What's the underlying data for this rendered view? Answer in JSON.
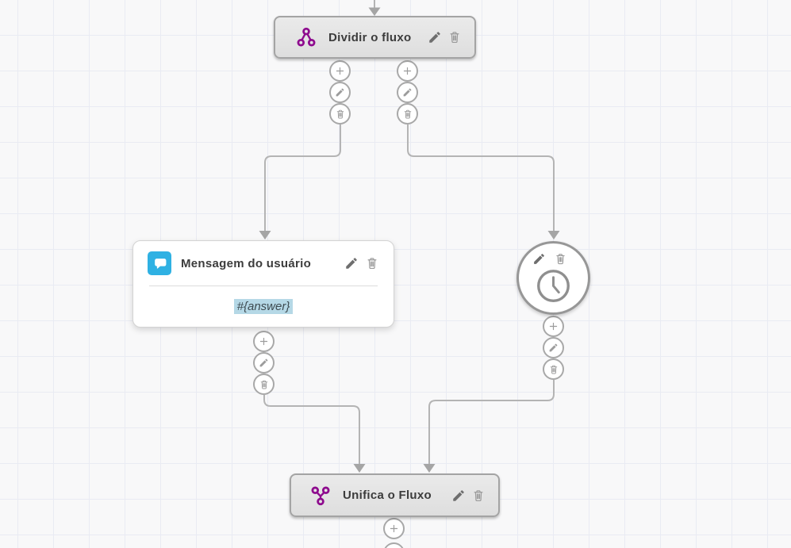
{
  "canvas": {
    "background_color": "#f8f8f9",
    "grid_color": "#e9ebf3",
    "wire_color": "#b4b4b4"
  },
  "palette": {
    "flow_purple": "#8e0b8e",
    "message_cyan": "#2fb1e3",
    "variable_highlight": "#b5d8e6",
    "node_gray_fill": "#e4e4e4",
    "node_gray_border": "#a4a4a4"
  },
  "nodes": {
    "split": {
      "label": "Dividir o fluxo",
      "icon": "split-flow-icon",
      "actions": [
        "edit",
        "delete"
      ]
    },
    "user_message": {
      "label": "Mensagem do usuário",
      "icon": "chat-bubble-icon",
      "body": "#{answer}",
      "actions": [
        "edit",
        "delete"
      ]
    },
    "timer": {
      "icon": "clock-icon",
      "actions": [
        "edit",
        "delete"
      ]
    },
    "merge": {
      "label": "Unifica o Fluxo",
      "icon": "merge-flow-icon",
      "actions": [
        "edit",
        "delete"
      ]
    }
  },
  "port_buttons": {
    "icons": [
      "plus-icon",
      "pencil-icon",
      "trash-icon"
    ]
  }
}
